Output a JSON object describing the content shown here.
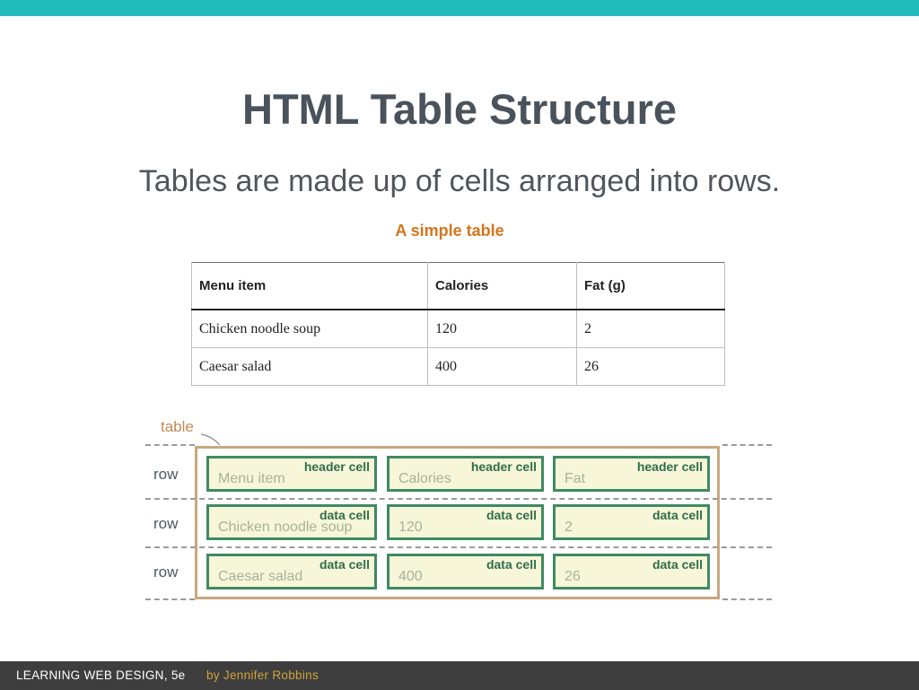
{
  "slide": {
    "title": "HTML Table Structure",
    "subtitle": "Tables are made up of cells arranged into rows.",
    "caption": "A simple table"
  },
  "simple_table": {
    "headers": [
      "Menu item",
      "Calories",
      "Fat (g)"
    ],
    "rows": [
      [
        "Chicken noodle soup",
        "120",
        "2"
      ],
      [
        "Caesar salad",
        "400",
        "26"
      ]
    ]
  },
  "diagram": {
    "table_label": "table",
    "row_label": "row",
    "header_cell_label": "header cell",
    "data_cell_label": "data cell",
    "rows": [
      [
        "Menu item",
        "Calories",
        "Fat"
      ],
      [
        "Chicken noodle soup",
        "120",
        "2"
      ],
      [
        "Caesar salad",
        "400",
        "26"
      ]
    ]
  },
  "footer": {
    "book": "LEARNING WEB DESIGN, 5e",
    "author": "by Jennifer Robbins"
  },
  "colors": {
    "accent_bar": "#22bcbd",
    "caption": "#d5751c",
    "table_outline": "#c9a87e",
    "cell_border": "#3f8a62",
    "cell_fill": "#f7f6d8",
    "footer": "#3e3e3e",
    "footer_author": "#cfa33a"
  }
}
